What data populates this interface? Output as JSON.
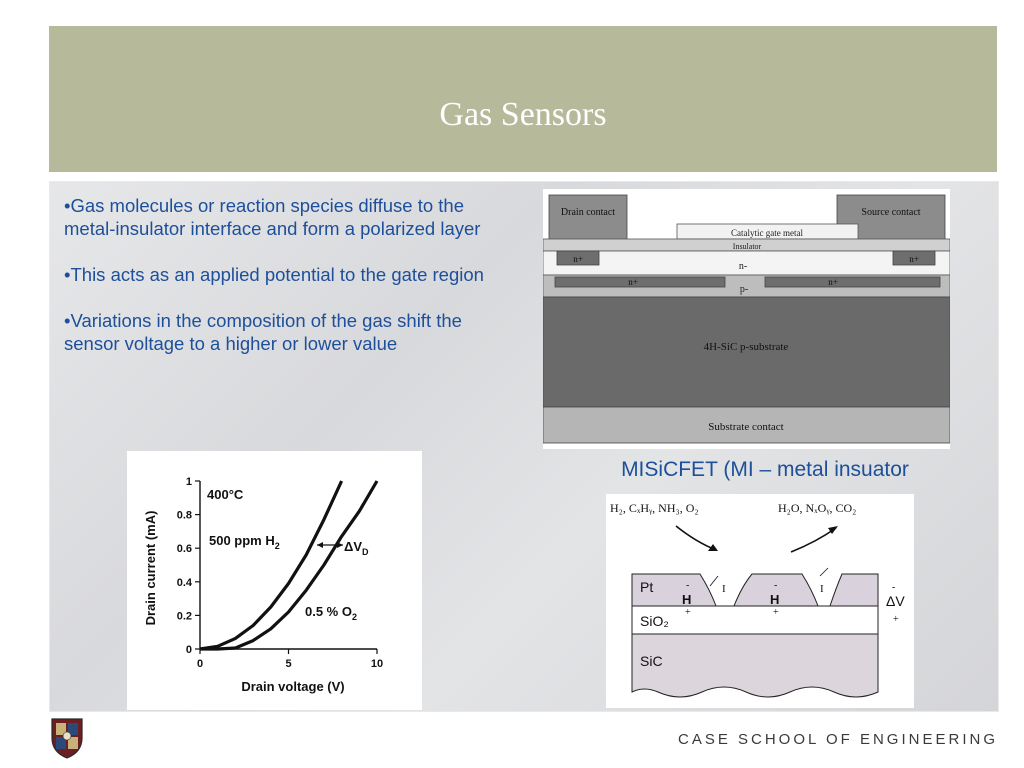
{
  "slide": {
    "title": "Gas Sensors",
    "bullets": [
      "•Gas molecules or reaction species diffuse to the metal-insulator interface and form a polarized layer",
      "•This acts as an applied potential to the gate region",
      "•Variations in the composition of the gas shift the sensor voltage to a higher or lower value"
    ],
    "caption": "MISiCFET (MI – metal insuator",
    "footer": "CASE SCHOOL OF ENGINEERING"
  },
  "device_diagram": {
    "drain_contact": "Drain contact",
    "source_contact": "Source contact",
    "gate_metal": "Catalytic gate metal",
    "insulator": "Insulator",
    "n_plus": "n+",
    "n_minus": "n-",
    "p_minus": "p-",
    "substrate": "4H-SiC  p-substrate",
    "substrate_contact": "Substrate contact"
  },
  "iv_plot": {
    "chart_data": {
      "type": "line",
      "xlabel": "Drain voltage (V)",
      "ylabel": "Drain current (mA)",
      "xlim": [
        0,
        10
      ],
      "ylim": [
        0,
        1
      ],
      "x_ticks": [
        "0",
        "5",
        "10"
      ],
      "y_ticks": [
        "0",
        "0.2",
        "0.4",
        "0.6",
        "0.8",
        "1"
      ],
      "annotations": {
        "temperature": "400°C",
        "h2_label": "500 ppm H",
        "h2_sub": "2",
        "o2_label": "0.5 % O",
        "o2_sub": "2",
        "delta_label": "ΔV",
        "delta_sub": "D"
      },
      "series": [
        {
          "x": [
            0,
            1,
            2,
            3,
            4,
            5,
            6,
            7,
            8
          ],
          "y": [
            0,
            0.016,
            0.063,
            0.14,
            0.25,
            0.39,
            0.56,
            0.77,
            1.0
          ]
        },
        {
          "x": [
            0,
            1,
            2,
            3,
            4,
            5,
            6,
            7,
            8,
            9,
            10
          ],
          "y": [
            0,
            0,
            0.006,
            0.05,
            0.12,
            0.22,
            0.35,
            0.5,
            0.67,
            0.82,
            1.0
          ]
        }
      ]
    }
  },
  "mechanism_diagram": {
    "gases_in": "H₂, CₓHᵧ, NH₃, O₂",
    "gases_out": "H₂O, NₓOᵧ, CO₂",
    "pt": "Pt",
    "sio2": "SiO₂",
    "sic": "SiC",
    "h": "H",
    "plus": "+",
    "minus": "-",
    "i": "I",
    "delta_v": "ΔV"
  }
}
